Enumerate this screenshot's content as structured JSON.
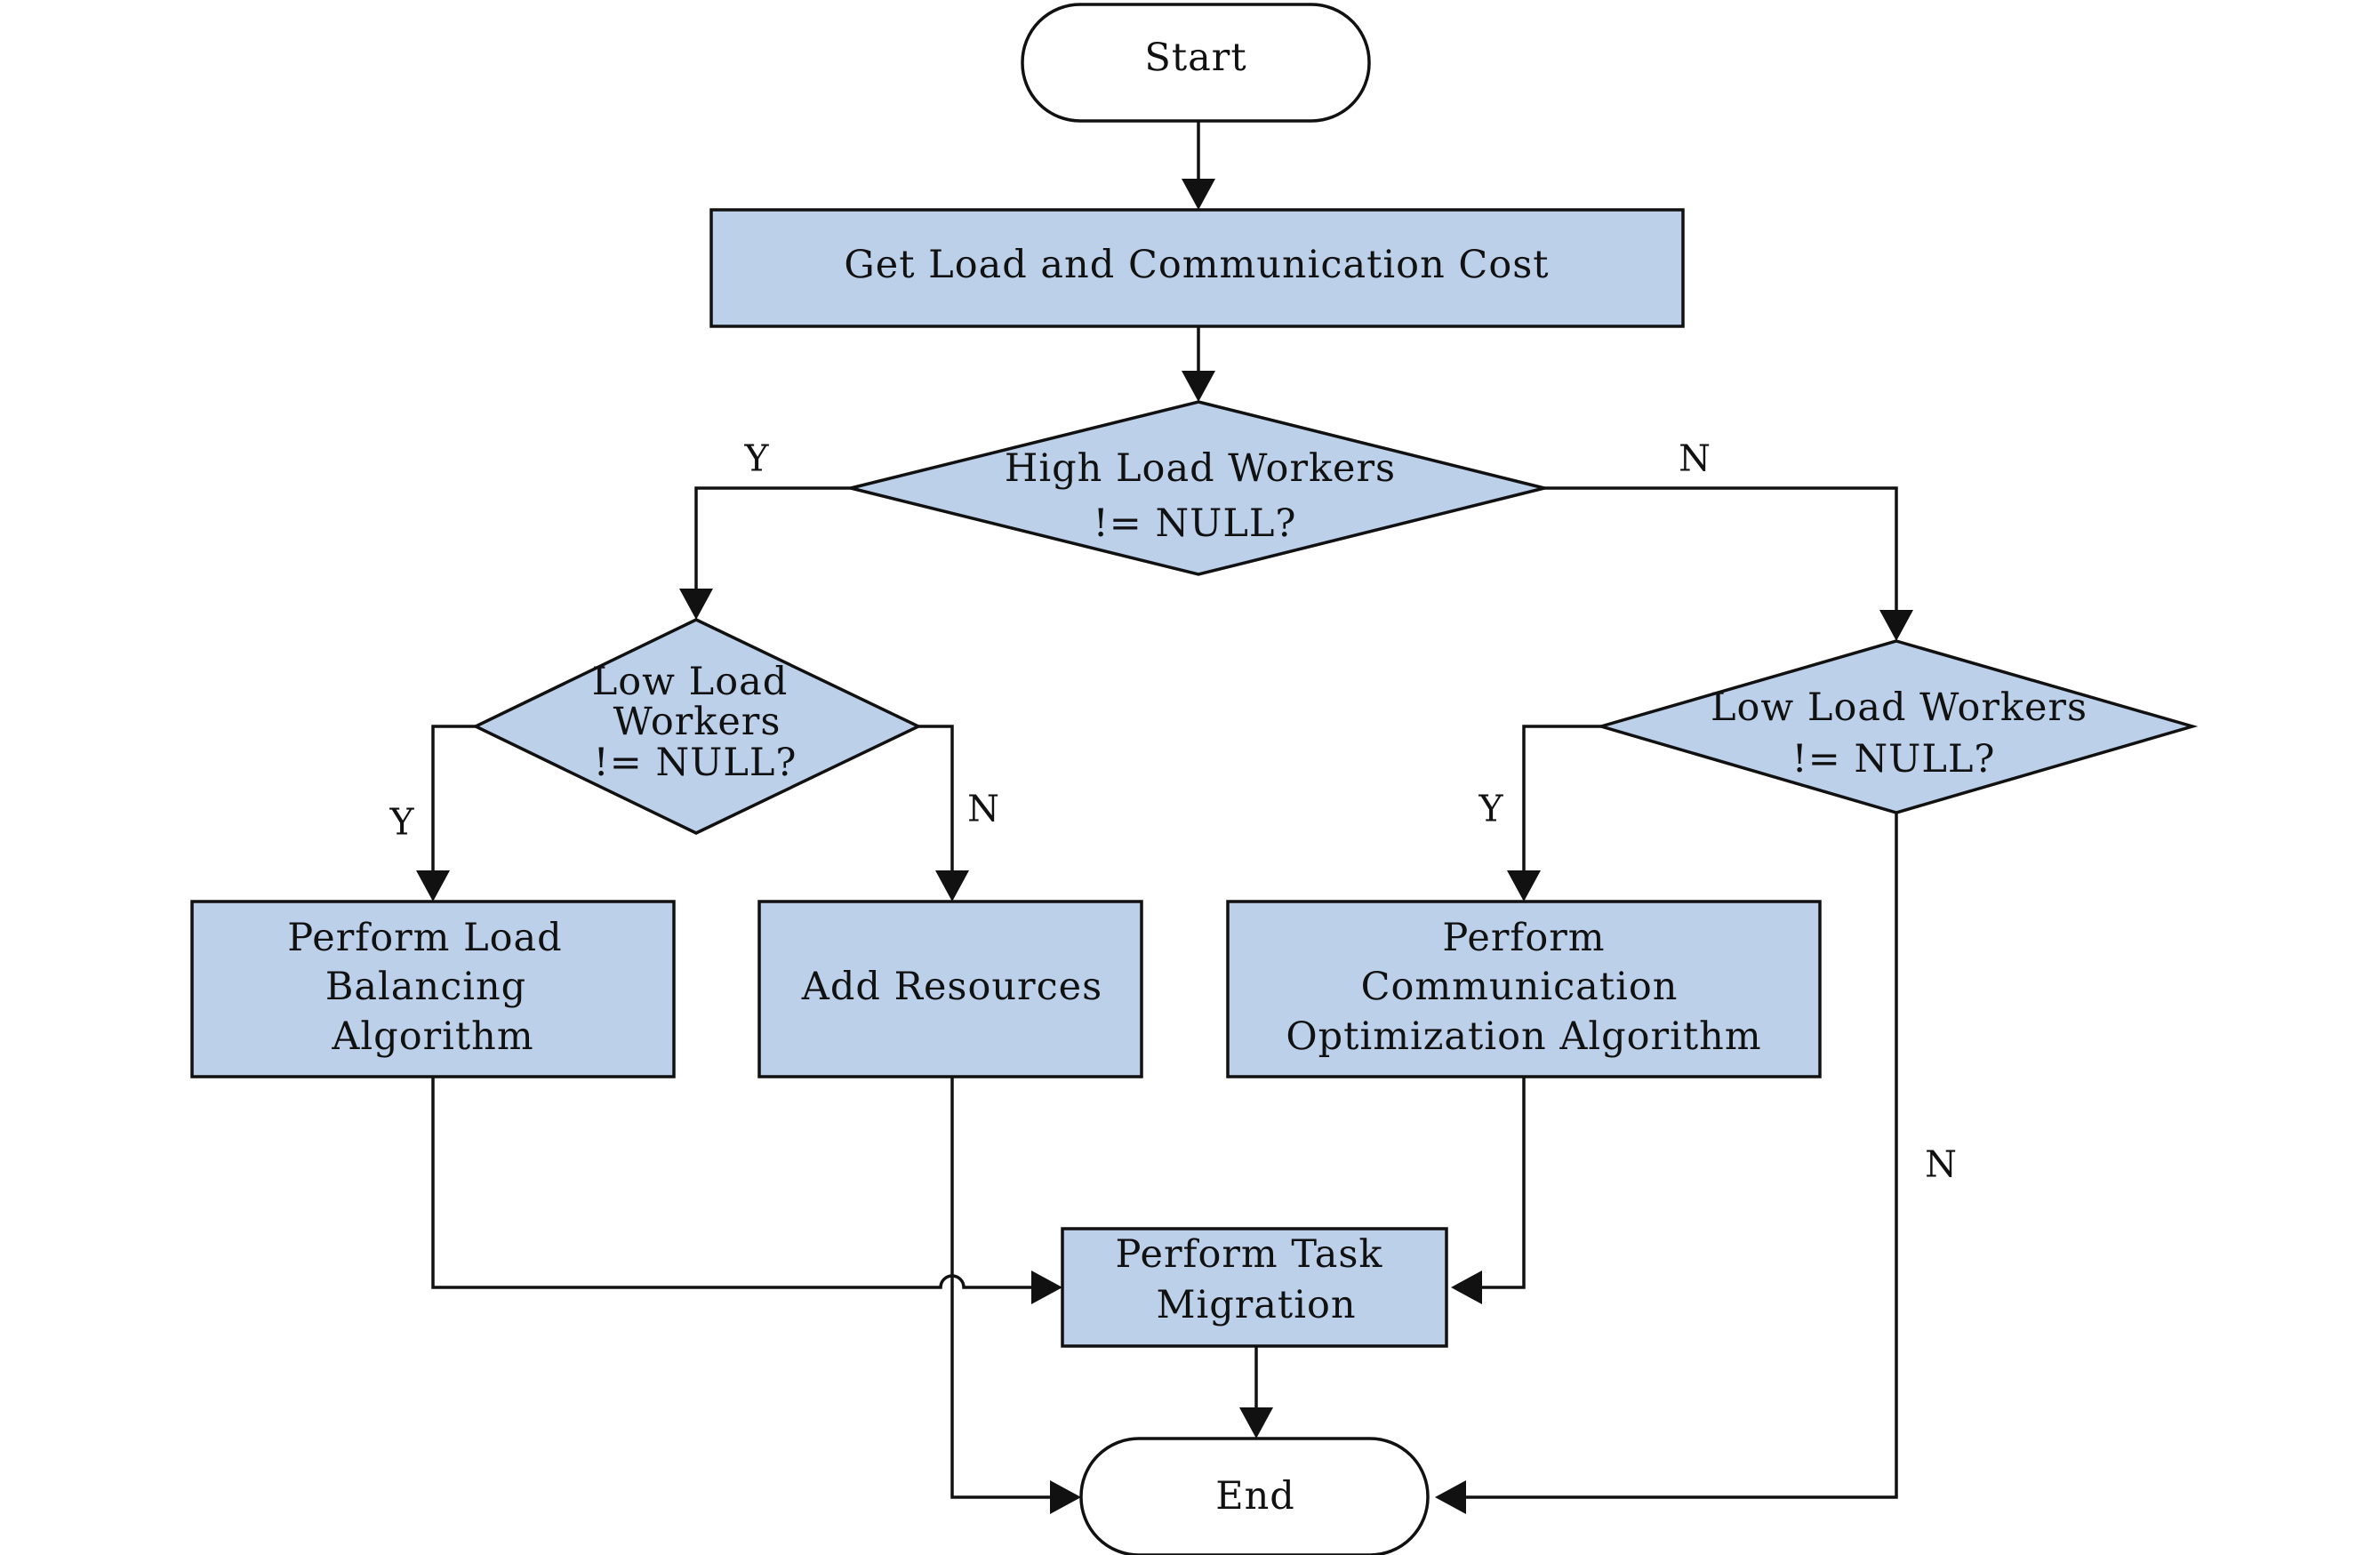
{
  "diagram": {
    "nodes": {
      "start": {
        "label": "Start"
      },
      "get_cost": {
        "label": "Get Load and Communication Cost"
      },
      "high_load": {
        "lines": [
          "High Load Workers",
          "!= NULL?"
        ]
      },
      "low_load_left": {
        "lines": [
          "Low Load",
          "Workers",
          "!= NULL?"
        ]
      },
      "low_load_right": {
        "lines": [
          "Low Load Workers",
          "!= NULL?"
        ]
      },
      "load_balancing": {
        "lines": [
          "Perform Load",
          "Balancing",
          "Algorithm"
        ]
      },
      "add_resources": {
        "label": "Add Resources"
      },
      "comm_opt": {
        "lines": [
          "Perform",
          "Communication",
          "Optimization Algorithm"
        ]
      },
      "task_migration": {
        "lines": [
          "Perform Task",
          "Migration"
        ]
      },
      "end": {
        "label": "End"
      }
    },
    "edge_labels": {
      "high_yes": "Y",
      "high_no": "N",
      "low_left_yes": "Y",
      "low_left_no": "N",
      "low_right_yes": "Y",
      "low_right_no": "N"
    },
    "colors": {
      "process_fill": "#bcd0e9",
      "terminal_fill": "#ffffff",
      "stroke": "#111111"
    }
  }
}
